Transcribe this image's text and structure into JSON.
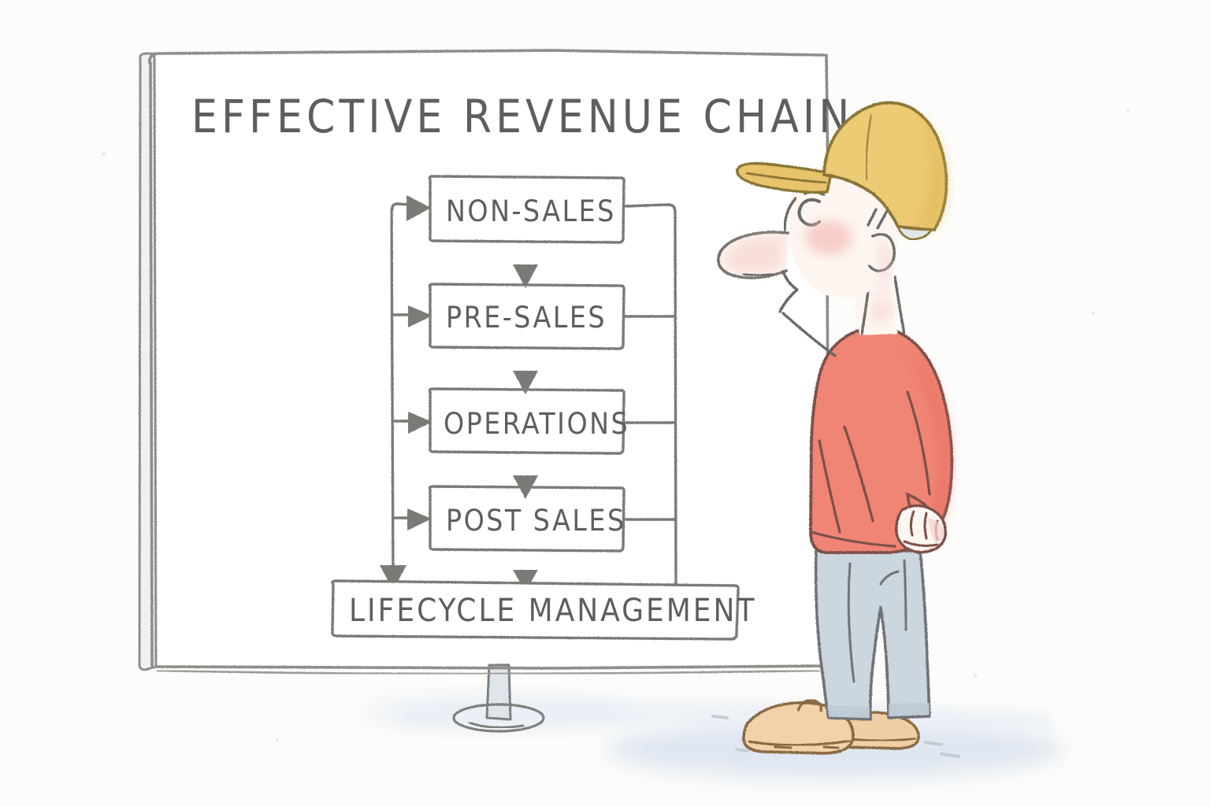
{
  "scene": {
    "kind": "cartoon-illustration",
    "background_color": "#fdfdfb",
    "ink_color": "#6b6b68",
    "ground_shadow_color": "#dbe3ef"
  },
  "whiteboard": {
    "name": "whiteboard",
    "title": "EFFECTIVE REVENUE CHAIN",
    "frame_color": "#8d8d8a",
    "board_color": "#ffffff",
    "stand": {
      "post_color": "#dfe5ea",
      "base_shape": "ellipse"
    }
  },
  "diagram": {
    "name": "effective-revenue-chain-flowchart",
    "type": "flowchart",
    "stages": [
      {
        "id": "non-sales",
        "label": "NON-SALES"
      },
      {
        "id": "pre-sales",
        "label": "PRE-SALES"
      },
      {
        "id": "operations",
        "label": "OPERATIONS"
      },
      {
        "id": "post-sales",
        "label": "POST SALES"
      }
    ],
    "footer_box": {
      "id": "lifecycle-management",
      "label": "LIFECYCLE MANAGEMENT"
    },
    "connectors": {
      "left_rail_label": "feedback rail into every stage",
      "right_rail_label": "output rail from every stage",
      "vertical_flow_label": "sequential stage flow",
      "arrow_fill": "#7a7a76"
    }
  },
  "character": {
    "name": "man-looking-at-whiteboard",
    "pose": "standing in profile, hands clasped behind back",
    "cap": {
      "label": "baseball-cap",
      "color": "#eccb74",
      "brim_color": "#e7c46c",
      "outline": "#8a7435"
    },
    "skin": {
      "color": "#fdf6f1",
      "blush_color": "#f5c0bc",
      "nose_color": "#f7d2ce"
    },
    "sweater": {
      "label": "sweater",
      "color": "#f08574",
      "shade_color": "#e56f5e",
      "outline": "#7d5049"
    },
    "trousers": {
      "label": "trousers",
      "color": "#ccd6de",
      "outline": "#6f7277"
    },
    "shoes": {
      "label": "shoes",
      "color": "#f0cfa4",
      "outline": "#8a6a45"
    }
  }
}
